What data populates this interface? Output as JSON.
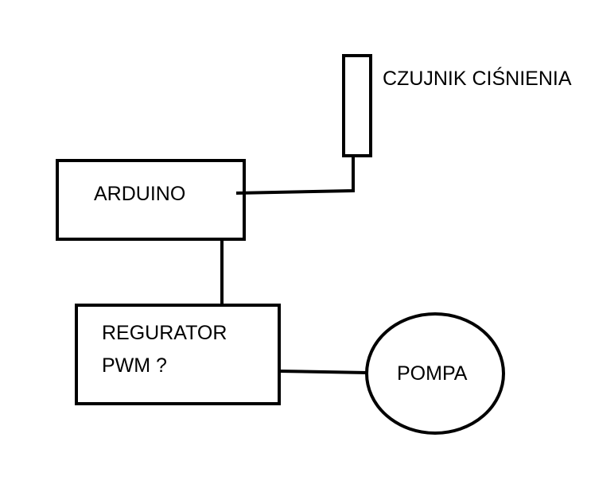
{
  "diagram": {
    "nodes": {
      "sensor": {
        "label": "CZUJNIK CIŚNIENIA"
      },
      "arduino": {
        "label": "ARDUINO"
      },
      "regulator": {
        "label_line1": "REGURATOR",
        "label_line2": "PWM ?"
      },
      "pump": {
        "label": "POMPA"
      }
    },
    "connections": [
      {
        "from": "arduino",
        "to": "sensor"
      },
      {
        "from": "arduino",
        "to": "regulator"
      },
      {
        "from": "regulator",
        "to": "pump"
      }
    ]
  }
}
